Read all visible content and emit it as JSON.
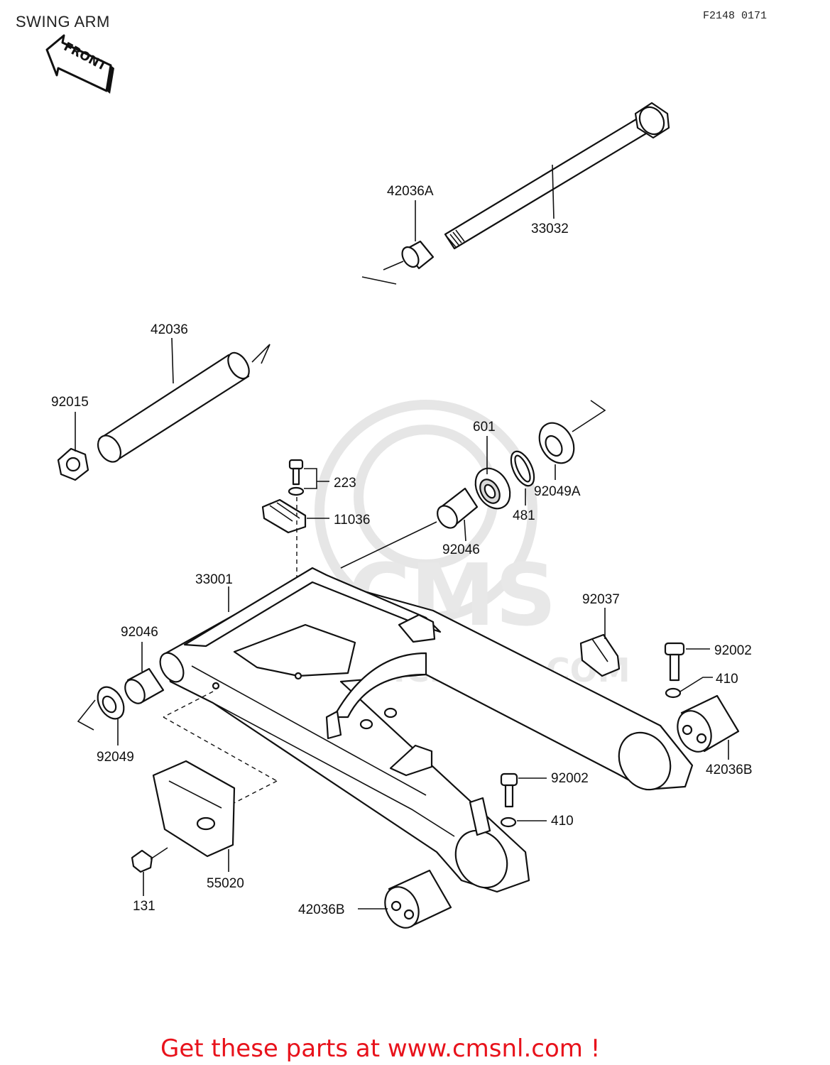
{
  "header": {
    "title": "SWING ARM",
    "code": "F2148 0171"
  },
  "front_arrow": {
    "label": "FRONT"
  },
  "watermark": {
    "logo_text": "CMS",
    "url": "WWW.CMSNL.COM"
  },
  "parts": {
    "p42036A": "42036A",
    "p33032": "33032",
    "p42036": "42036",
    "p92015": "92015",
    "p601": "601",
    "p223": "223",
    "p11036": "11036",
    "p481": "481",
    "p92049A": "92049A",
    "p92046_top": "92046",
    "p33001": "33001",
    "p92037": "92037",
    "p92046_left": "92046",
    "p92002_right": "92002",
    "p410_right": "410",
    "p42036B_right": "42036B",
    "p92049": "92049",
    "p92002_mid": "92002",
    "p410_mid": "410",
    "p55020": "55020",
    "p131": "131",
    "p42036B_bottom": "42036B"
  },
  "footer": {
    "promo": "Get these parts at www.cmsnl.com !"
  }
}
